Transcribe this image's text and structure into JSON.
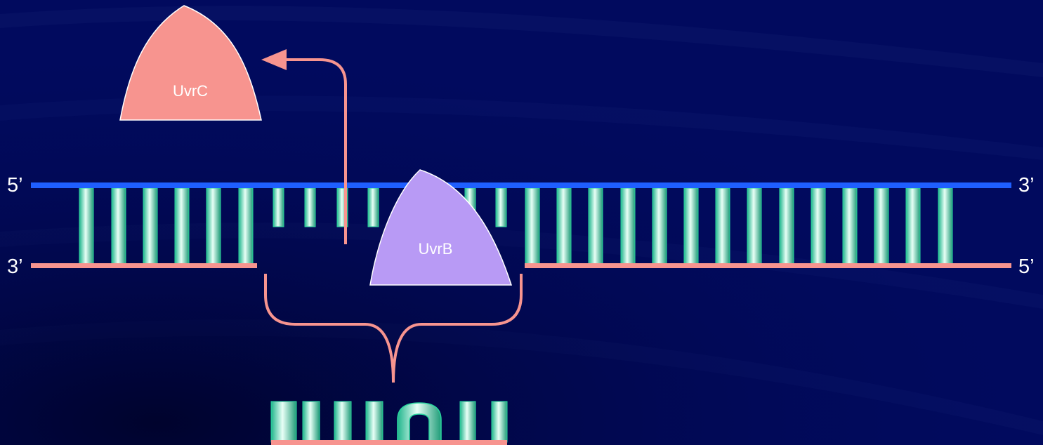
{
  "proteins": {
    "uvrc": {
      "label": "UvrC",
      "color": "#f7948f"
    },
    "uvrb": {
      "label": "UvrB",
      "color": "#b89af5"
    }
  },
  "strand_ends": {
    "top_left": "5’",
    "top_right": "3’",
    "bottom_left": "3’",
    "bottom_right": "5’"
  },
  "colors": {
    "background": "#010a5e",
    "top_strand": "#1f5fff",
    "bottom_strand": "#f7948f",
    "base_pair": "#9ef0cf",
    "arrow": "#f7948f"
  }
}
